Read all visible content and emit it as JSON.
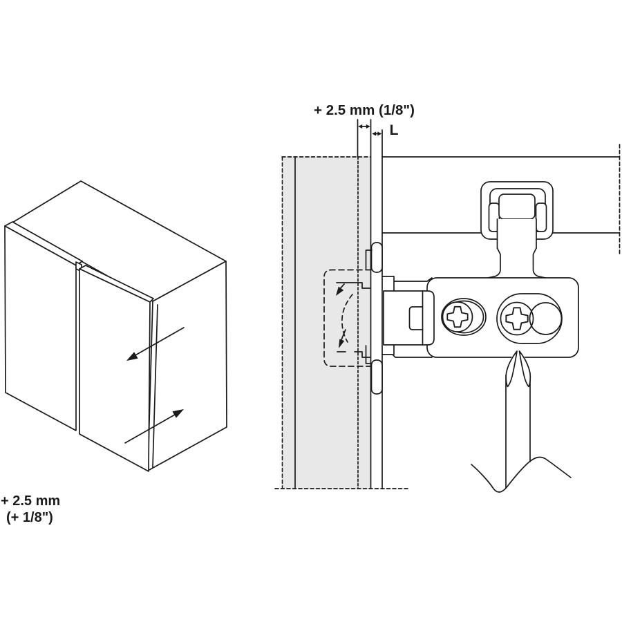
{
  "labels": {
    "top_dimension": "+ 2.5 mm (1/8\")",
    "gap": "L",
    "adjustment_line1": "+ 2.5 mm",
    "adjustment_line2": "(+ 1/8\")"
  },
  "colors": {
    "line": "#1a1a1a",
    "panel_fill": "#e8e8e8",
    "background": "#ffffff"
  }
}
